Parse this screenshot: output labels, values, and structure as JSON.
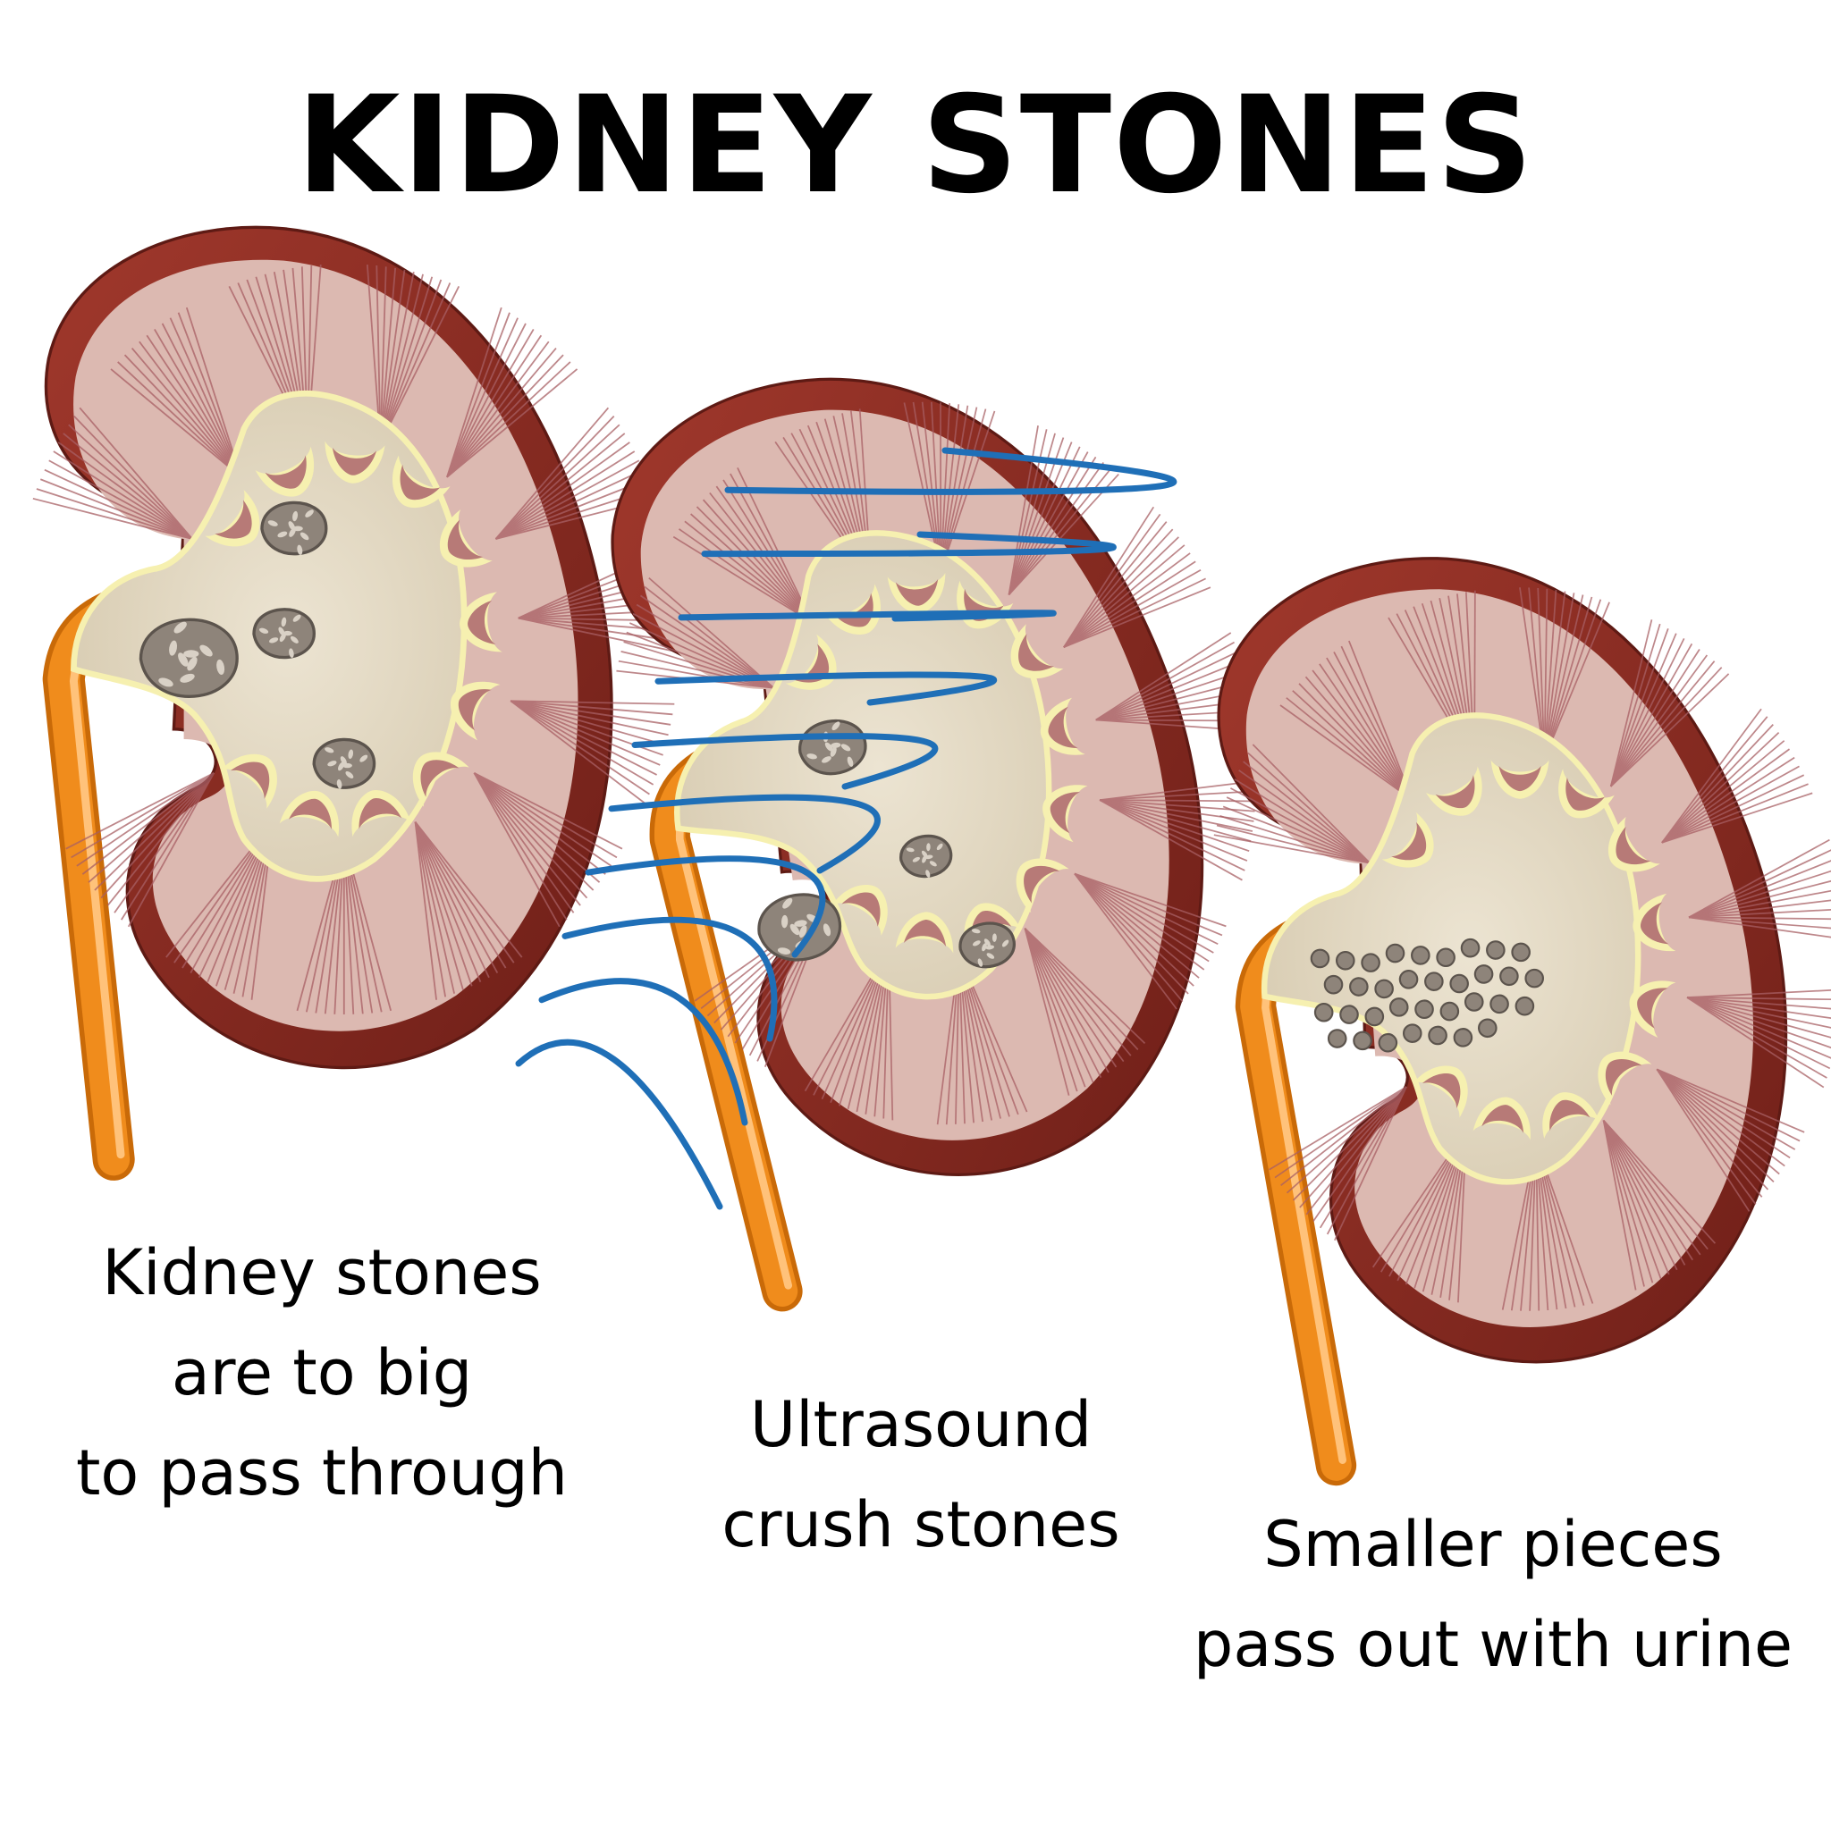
{
  "title": "KIDNEY STONES",
  "steps": [
    {
      "id": "too-big",
      "caption": [
        "Kidney stones",
        "are to big",
        "to pass through"
      ]
    },
    {
      "id": "ultrasound",
      "caption": [
        "Ultrasound",
        "crush stones"
      ]
    },
    {
      "id": "passed",
      "caption": [
        "Smaller pieces",
        "pass out with urine"
      ]
    }
  ],
  "colors": {
    "capsule": "#8b2a22",
    "cortex": "#dcb9b1",
    "pelvis": "#e2d6bf",
    "pelvis_outline": "#f6f0b0",
    "calyx": "#b77a77",
    "pyramid_lines": "#a85f64",
    "stone": "#8e847a",
    "stone_dark": "#5c544d",
    "ureter": "#f08c1c",
    "ultrasound_waves": "#1f6fb7"
  }
}
